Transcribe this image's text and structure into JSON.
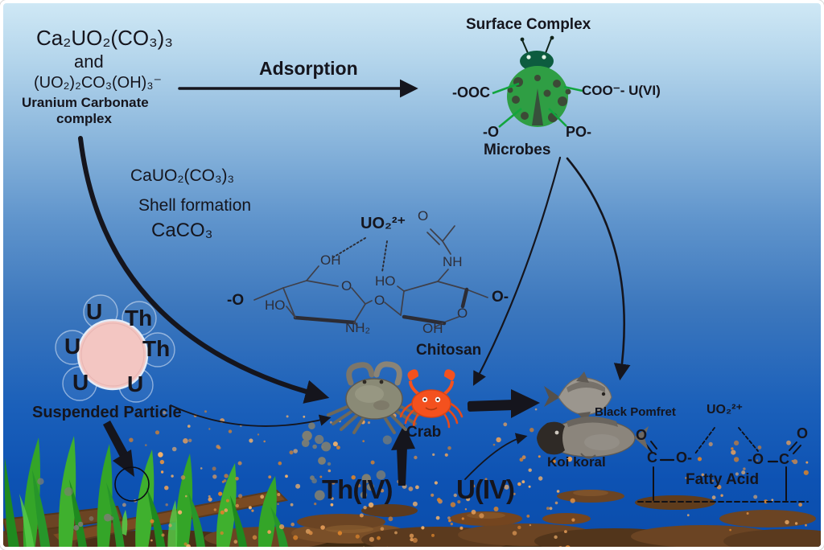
{
  "header": {
    "formula_line1": "Ca₂UO₂(CO₃)₃",
    "formula_and": "and",
    "formula_line2": "(UO₂)₂CO₃(OH)₃⁻",
    "caption_line1": "Uranium Carbonate",
    "caption_line2": "complex",
    "adsorption": "Adsorption"
  },
  "microbe": {
    "title": "Surface Complex",
    "label_ooc": "-OOC",
    "label_coo_uvi": "COO⁻- U(VI)",
    "label_o": "-O",
    "label_po": "PO-",
    "caption": "Microbes"
  },
  "shell": {
    "formula": "CaUO₂(CO₃)₃",
    "line2": "Shell formation",
    "formula2": "CaCO₃"
  },
  "chitosan": {
    "uo2": "UO₂²⁺",
    "oh_top": "OH",
    "ho_mid": "HO",
    "nh": "NH",
    "o_acetyl": "O",
    "o_left": "-O",
    "ho_left": "HO",
    "o_ring1": "O",
    "o_bridge": "O",
    "nh2": "NH₂",
    "o_ring2": "O",
    "oh_bottom": "OH",
    "o_right": "O-",
    "caption": "Chitosan"
  },
  "suspended_particle": {
    "caption": "Suspended Particle",
    "satellites": [
      "U",
      "Th",
      "U",
      "Th",
      "U",
      "U"
    ]
  },
  "sea_floor": {
    "th_iv": "Th(IV)",
    "u_iv": "U(IV)"
  },
  "crab": {
    "caption": "Crab"
  },
  "fish": {
    "black_pomfret": "Black Pomfret",
    "koi_koral": "Koi koral"
  },
  "fatty_acid": {
    "caption": "Fatty Acid",
    "uo2": "UO₂²⁺",
    "c_left": "C",
    "o_left_double": "O",
    "o_left": "O-",
    "o_right": "-O",
    "c_right": "C",
    "o_right_double": "O"
  },
  "colors": {
    "ocean_top": "#cfe8f5",
    "ocean_bottom": "#0b4dab",
    "microbe_body_green": "#2f9e44",
    "microbe_head_green": "#0d5c3f",
    "microbe_line_green": "#12a53e",
    "particle_pink": "#f3c6c2",
    "seaweed_green": "#2e9b27",
    "sediment_brown": "#6b4423",
    "particle_dot_orange": "#e8a05a",
    "crab_orange": "#f4511e",
    "crab_grey": "#8a8a76",
    "fish_grey": "#9b968e",
    "arrow_black": "#15151d"
  }
}
